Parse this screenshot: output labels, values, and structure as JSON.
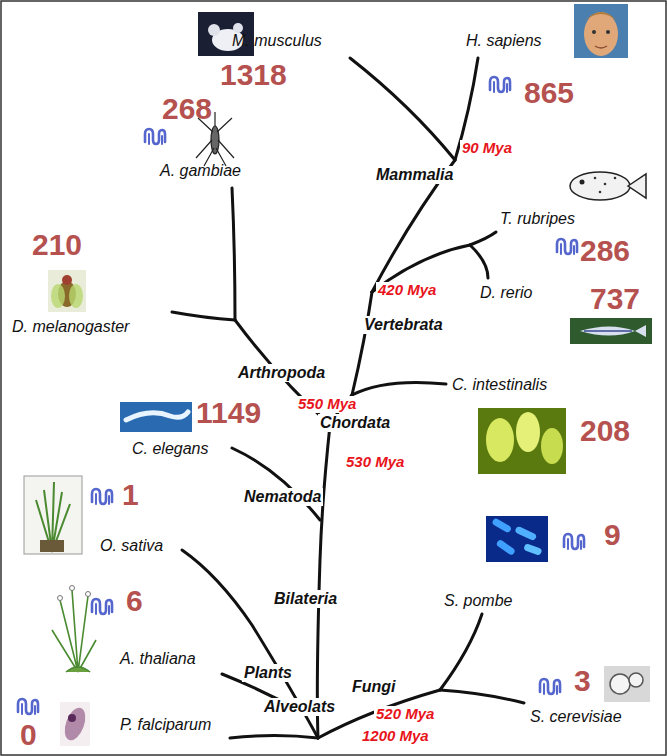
{
  "diagram": {
    "labels": [
      "M. musculus",
      "1318",
      "H. sapiens",
      "865",
      "90 Mya",
      "Mammalia",
      "268",
      "A. gambiae",
      "210",
      "D. melanogaster",
      "T. rubripes",
      "286",
      "D. rerio",
      "737",
      "420 Mya",
      "Vertebrata",
      "Arthropoda",
      "550 Mya",
      "Chordata",
      "C. intestinalis",
      "208",
      "1149",
      "C. elegans",
      "530 Mya",
      "Nematoda",
      "O. sativa",
      "1",
      "Bilateria",
      "9",
      "S. pombe",
      "6",
      "A. thaliana",
      "Plants",
      "Fungi",
      "520 Mya",
      "3",
      "S. cerevisiae",
      "Alveolats",
      "0",
      "P. falciparum",
      "1200 Mya"
    ]
  }
}
